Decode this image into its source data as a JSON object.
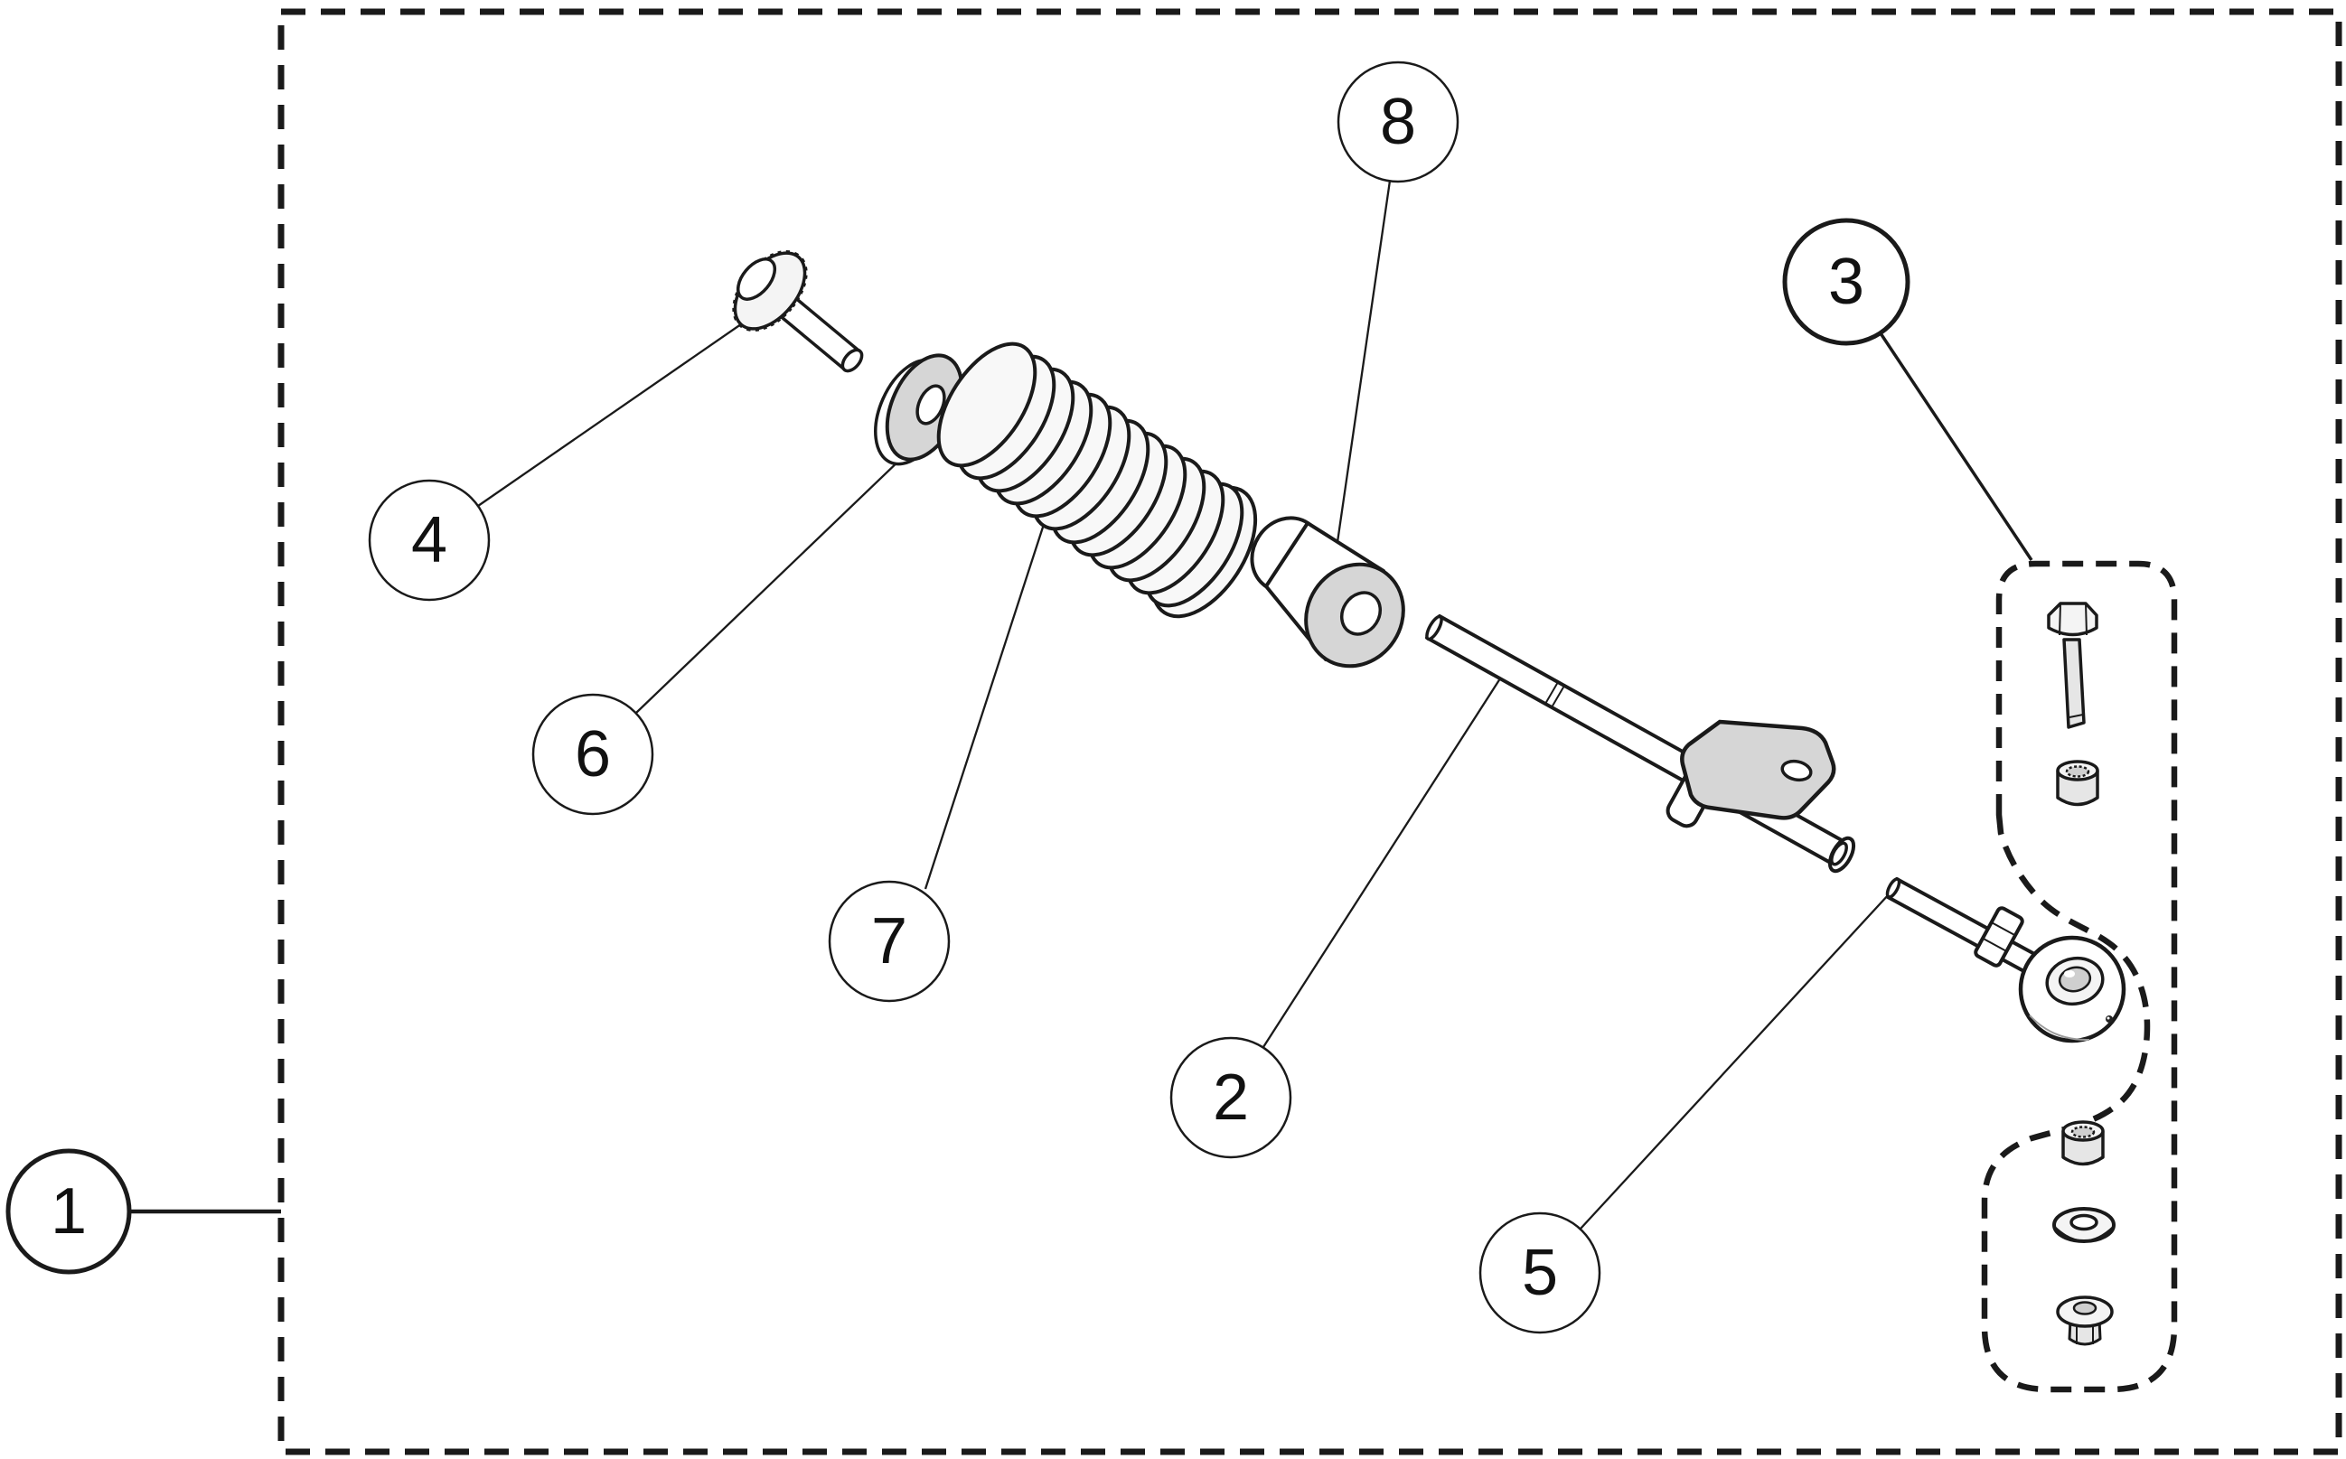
{
  "figure": {
    "type": "exploded-parts-diagram",
    "colors": {
      "canvas": "#ffffff",
      "line": "#1a1a1a",
      "part": "#ffffff",
      "face": "#d6d6d6"
    },
    "callouts": [
      {
        "label": "1",
        "kind": "assembly-boundary"
      },
      {
        "label": "2",
        "kind": "link-rod"
      },
      {
        "label": "3",
        "kind": "hardware-group"
      },
      {
        "label": "4",
        "kind": "flange-bolt"
      },
      {
        "label": "5",
        "kind": "tie-rod-end"
      },
      {
        "label": "6",
        "kind": "washer"
      },
      {
        "label": "7",
        "kind": "coil-spring"
      },
      {
        "label": "8",
        "kind": "cone-bushing"
      }
    ]
  }
}
